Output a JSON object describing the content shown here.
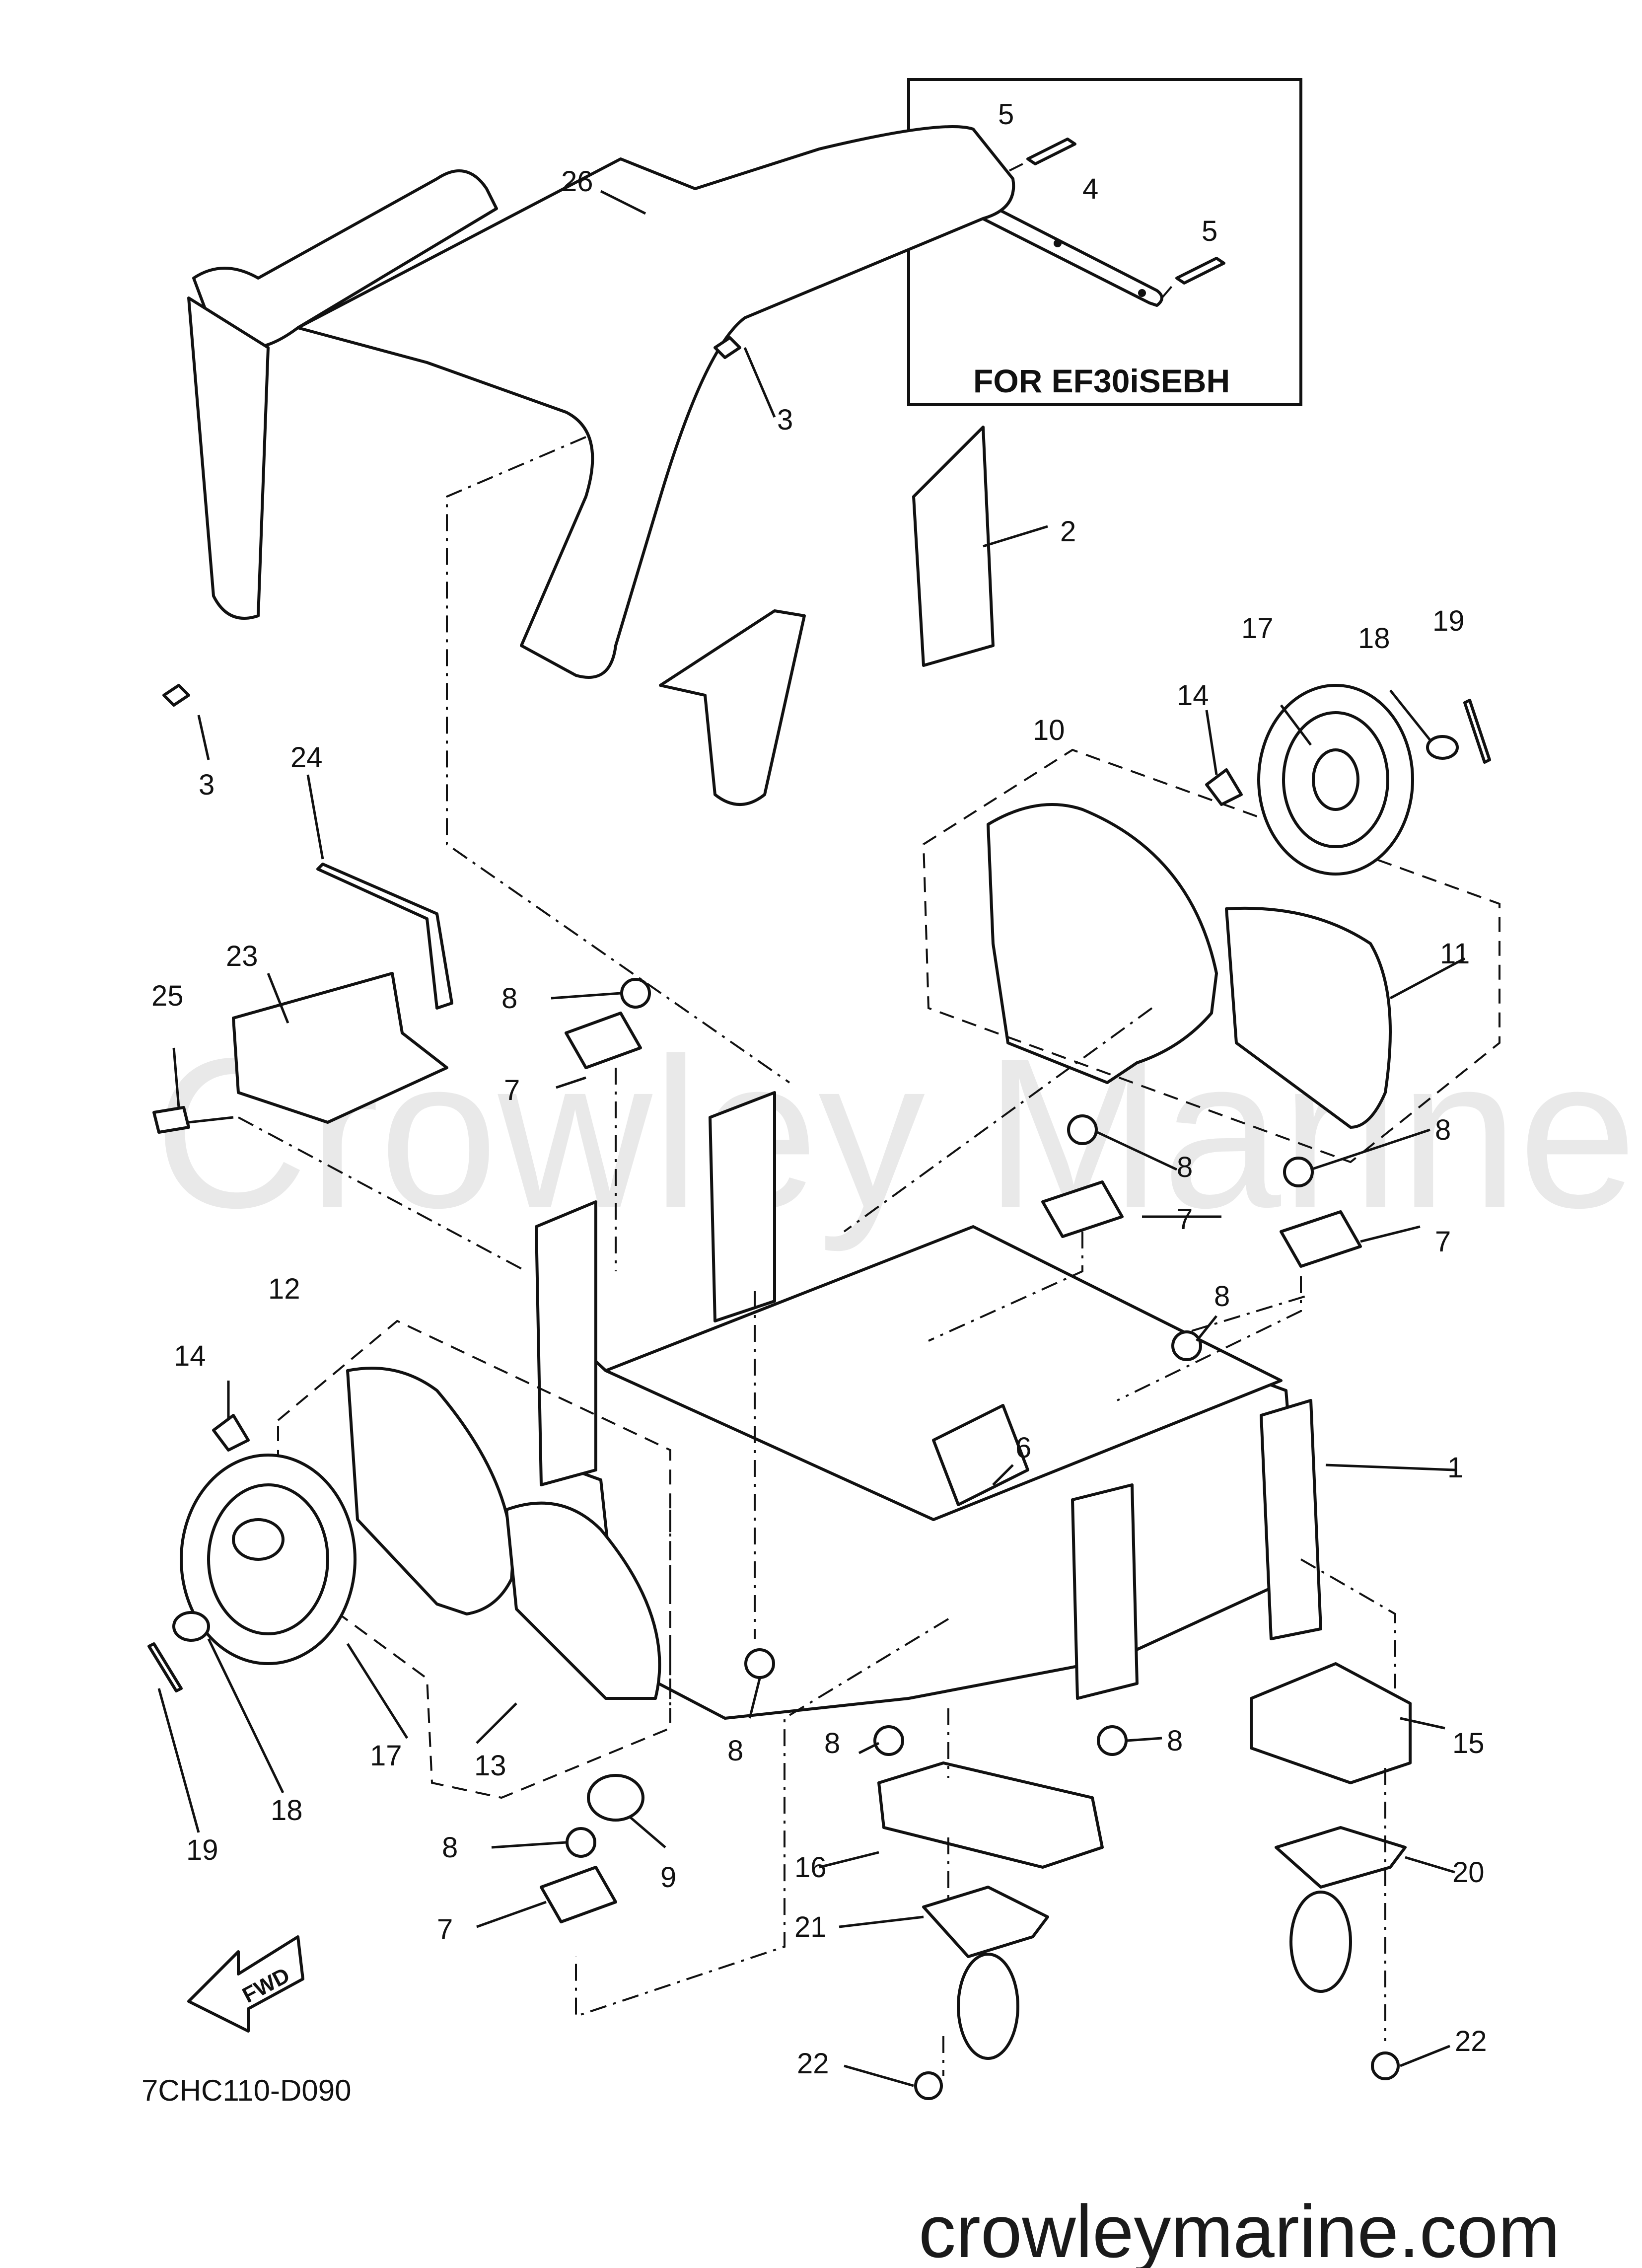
{
  "diagram": {
    "watermark": "Crowley Marine",
    "inset": {
      "title": "FOR EF30iSEBH",
      "callouts": [
        "5",
        "4",
        "5"
      ]
    },
    "callouts": [
      "26",
      "3",
      "2",
      "3",
      "24",
      "23",
      "25",
      "8",
      "7",
      "10",
      "14",
      "17",
      "18",
      "19",
      "11",
      "8",
      "7",
      "8",
      "7",
      "8",
      "12",
      "14",
      "6",
      "1",
      "17",
      "13",
      "18",
      "19",
      "8",
      "8",
      "8",
      "15",
      "9",
      "8",
      "16",
      "20",
      "7",
      "21",
      "22",
      "22"
    ],
    "fwd_label": "FWD",
    "part_code": "7CHC110-D090",
    "website": "crowleymarine.com"
  }
}
